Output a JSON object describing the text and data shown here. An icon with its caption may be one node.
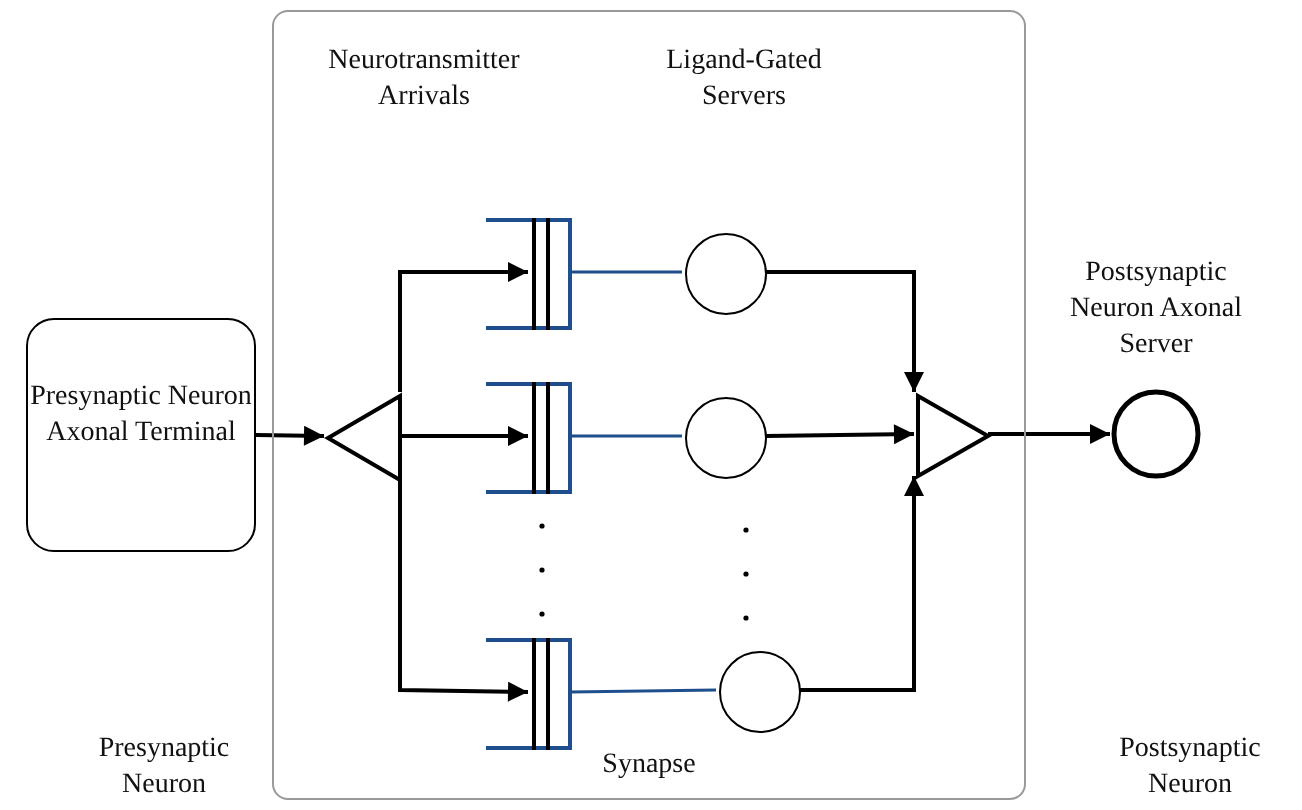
{
  "diagram": {
    "nodes": [
      {
        "text": [
          "Synapse"
        ]
      },
      {
        "text": [
          "Presynaptic Neuron Axonal Terminal"
        ]
      },
      {
        "text": [],
        "shape": "triangle",
        "in": 0
      },
      {
        "text": [],
        "shape": "queue",
        "in": 0
      },
      {
        "text": [],
        "shape": "queue",
        "in": 0
      },
      {
        "text": [],
        "shape": "queue",
        "in": 0
      },
      {
        "text": [],
        "shape": "circle",
        "in": 0
      },
      {
        "text": [],
        "shape": "circle",
        "in": 0
      },
      {
        "text": [],
        "shape": "circle",
        "in": 0
      },
      {
        "text": [],
        "shape": "triangle",
        "in": 0
      },
      {
        "text": [
          "Postsynaptic Neuron Axonal Server"
        ]
      }
    ],
    "edges": [
      {
        "from": 1,
        "to": 2,
        "arrow": "to"
      },
      {
        "from": 2,
        "to": 3,
        "arrow": "to"
      },
      {
        "from": 2,
        "to": 4,
        "arrow": "to"
      },
      {
        "from": 2,
        "to": 5,
        "arrow": "to"
      },
      {
        "from": 3,
        "to": 6,
        "arrow": "none",
        "color": "#1f4e8c"
      },
      {
        "from": 4,
        "to": 7,
        "arrow": "none",
        "color": "#1f4e8c"
      },
      {
        "from": 5,
        "to": 8,
        "arrow": "none",
        "color": "#1f4e8c"
      },
      {
        "from": 6,
        "to": 9,
        "arrow": "to"
      },
      {
        "from": 7,
        "to": 9,
        "arrow": "to"
      },
      {
        "from": 8,
        "to": 9,
        "arrow": "to"
      },
      {
        "from": 9,
        "to": 10,
        "arrow": "to"
      }
    ],
    "labels": [
      "Neurotransmitter Arrivals",
      "Ligand-Gated Servers",
      "Presynaptic Neuron",
      "Postsynaptic Neuron"
    ]
  }
}
